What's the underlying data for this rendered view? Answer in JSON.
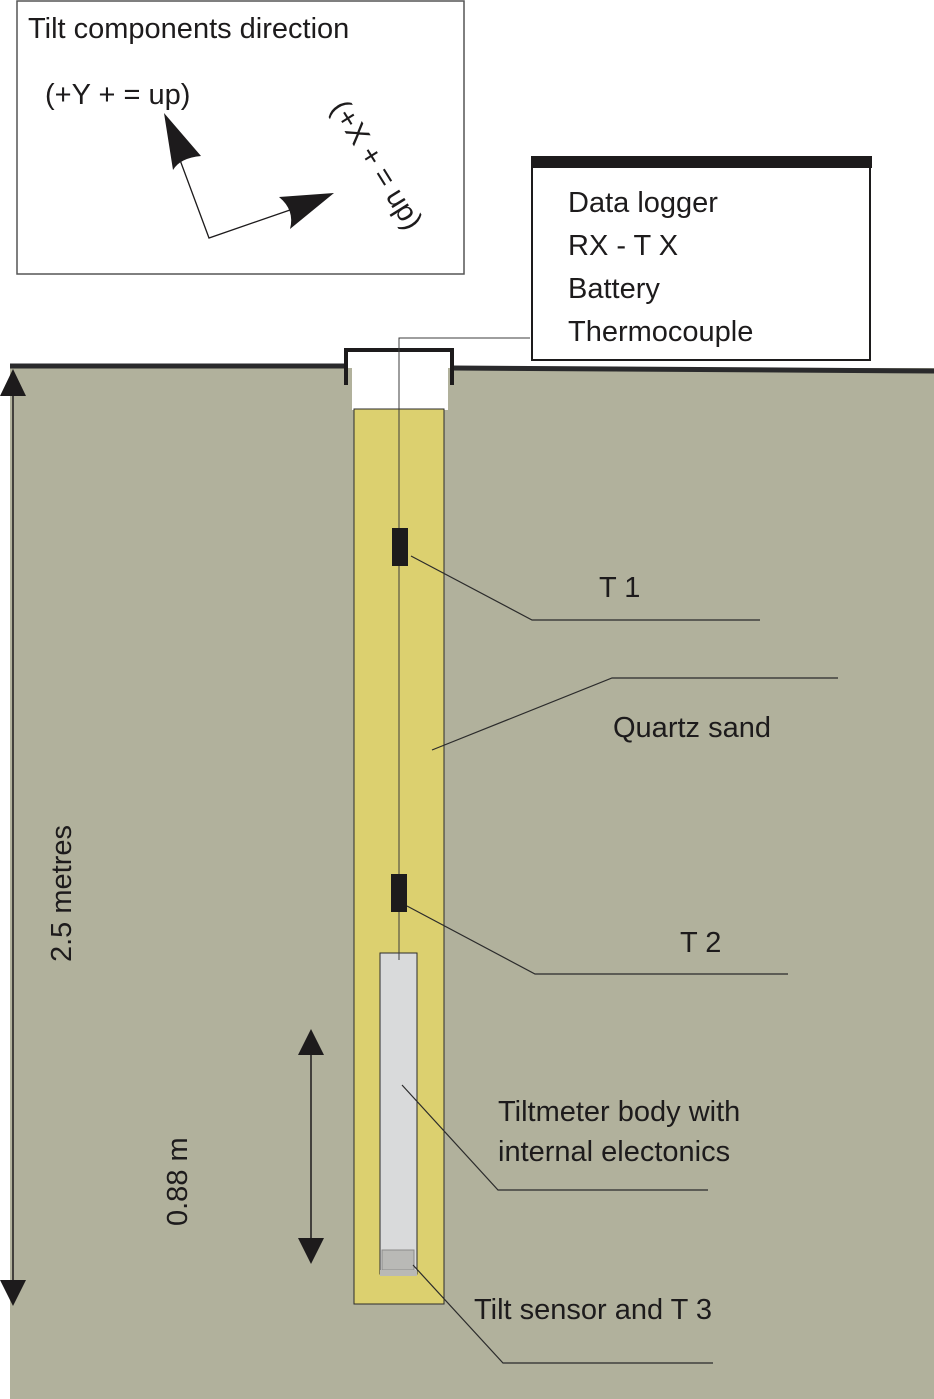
{
  "diagram": {
    "title": "Tiltmeter borehole installation",
    "colors": {
      "soil": "#b1b19c",
      "quartz_sand": "#dcd06f",
      "tiltmeter_body": "#d9dadb",
      "tilt_sensor": "#b9b9b6",
      "ink": "#1d1b1c",
      "background": "#ffffff"
    },
    "compass": {
      "title": "Tilt components direction",
      "y_axis_label": "(+Y + = up)",
      "x_axis_label": "(+X + = up)"
    },
    "surface_unit": {
      "lines": [
        "Data logger",
        "RX - T X",
        "Battery",
        "Thermocouple"
      ]
    },
    "labels": {
      "t1": "T 1",
      "quartz_sand": "Quartz sand",
      "t2": "T 2",
      "tiltmeter_body_line1": "Tiltmeter body with",
      "tiltmeter_body_line2": "internal electonics",
      "tilt_sensor": "Tilt sensor and T 3"
    },
    "dimensions": {
      "borehole_depth": "2.5 metres",
      "tiltmeter_length": "0.88 m"
    }
  }
}
